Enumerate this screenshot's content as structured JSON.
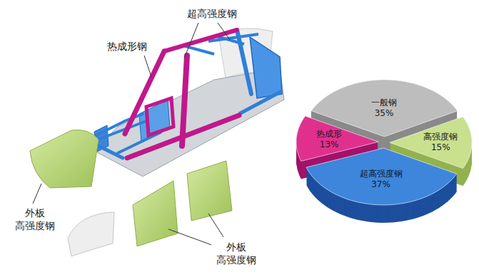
{
  "diagram": {
    "nodes": [
      {
        "text": [
          "一般钢",
          "35%"
        ]
      },
      {
        "text": [
          "热成形",
          "13%"
        ]
      },
      {
        "text": [
          "高强度钢",
          "15%"
        ]
      },
      {
        "text": [
          "超高强度钢",
          "37%"
        ]
      }
    ],
    "labels": [
      "超高强度钢",
      "热成形钢",
      "外板 高强度钢",
      "外板 高强度钢"
    ]
  }
}
